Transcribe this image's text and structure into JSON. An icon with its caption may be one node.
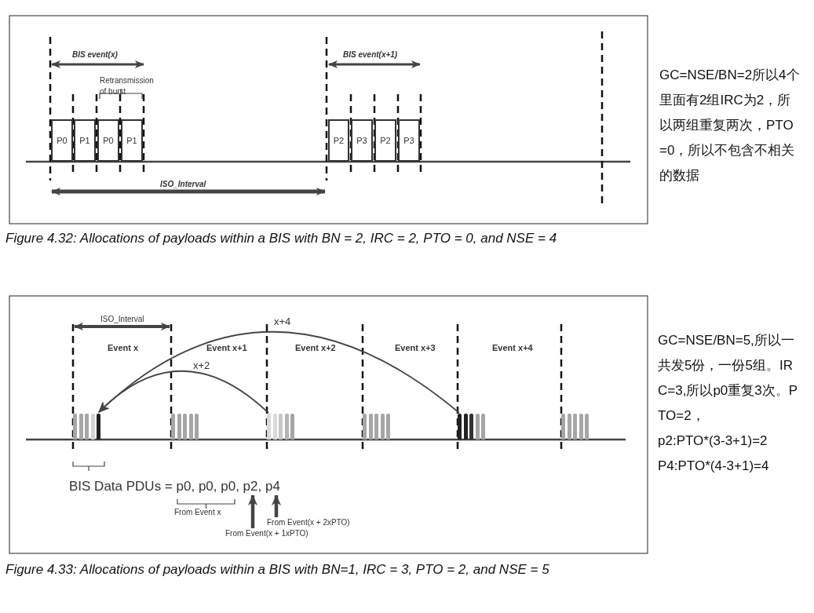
{
  "diagram": {
    "nodes": [
      {
        "text": [
          "P0"
        ]
      },
      {
        "text": [
          "P1"
        ]
      },
      {
        "text": [
          "P0"
        ]
      },
      {
        "text": [
          "P1"
        ]
      },
      {
        "text": [
          "P2"
        ]
      },
      {
        "text": [
          "P3"
        ]
      },
      {
        "text": [
          "P2"
        ]
      },
      {
        "text": [
          "P3"
        ]
      },
      {
        "text": [],
        "shape": "bar"
      },
      {
        "text": [],
        "shape": "bar"
      },
      {
        "text": [],
        "shape": "bar"
      },
      {
        "text": [],
        "shape": "bar"
      },
      {
        "text": [],
        "shape": "bar"
      },
      {
        "text": [],
        "shape": "bar"
      },
      {
        "text": [
          "From Event(x + 2xPTO)"
        ]
      },
      {
        "text": [
          "From Event(x + 1xPTO)"
        ]
      },
      {
        "text": [
          "BIS Data PDUs = p0, p0, p0, p2, p4"
        ]
      }
    ],
    "edges": [
      {
        "from": 10,
        "to": 8,
        "arrow": "to",
        "label": "x+2"
      },
      {
        "from": 12,
        "to": 8,
        "arrow": "to",
        "label": "x+4"
      },
      {
        "from": 14,
        "to": 16,
        "arrow": "to",
        "style": "thick"
      },
      {
        "from": 15,
        "to": 16,
        "arrow": "to",
        "style": "thick"
      }
    ],
    "labels": [
      "BIS event(x)",
      "BIS event(x+1)",
      "Retransmission of burst",
      "ISO_Interval",
      "GC=NSE/BN=2所以4个里面有2组IRC为2，所以两组重复两次，PTO=0，所以不包含不相关的数据",
      "Figure 4.32:  Allocations of payloads within a BIS with BN = 2, IRC = 2, PTO = 0, and NSE = 4",
      "ISO_Interval",
      "Event x",
      "Event x+1",
      "Event x+2",
      "Event x+3",
      "Event x+4",
      "GC=NSE/BN=5,所以一共发5份，一份5组。IRC=3,所以p0重复3次。PTO=2，",
      "p2:PTO*(3-3+1)=2",
      "P4:PTO*(4-3+1)=4",
      "From Event x",
      "Figure 4.33:  Allocations of payloads within a BIS with BN=1, IRC = 3, PTO = 2, and NSE = 5"
    ]
  }
}
